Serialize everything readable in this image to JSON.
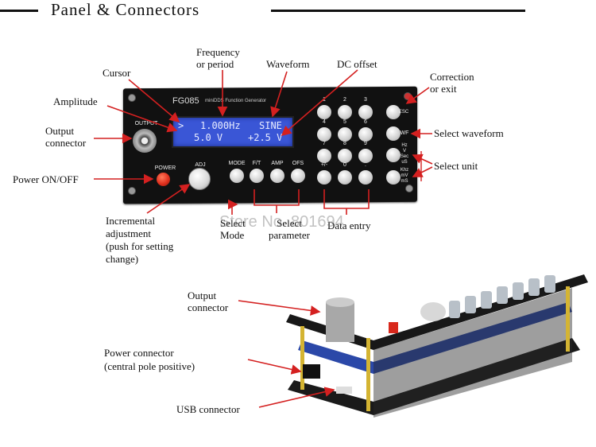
{
  "header": {
    "title": "Panel & Connectors"
  },
  "device": {
    "model": "FG085",
    "subtitle": "miniDDS Function Generator",
    "lcd": {
      "line1_cursor": ">",
      "line1_freq": "1.000Hz",
      "line1_wave": "SINE",
      "line2_amp": "5.0 V",
      "line2_offset": "+2.5 V"
    },
    "output_label": "OUTPUT",
    "power_label": "POWER",
    "adj_label": "ADJ",
    "function_keys": [
      "MODE",
      "F/T",
      "AMP",
      "OFS"
    ],
    "keypad": [
      "1",
      "2",
      "3",
      "4",
      "5",
      "6",
      "7",
      "8",
      "9",
      "+/-",
      "0",
      "."
    ],
    "side_keys": [
      "ESC",
      "WF",
      "Hz\nV\nSec\nuS",
      "Khz\nmV\nmS"
    ]
  },
  "callouts": {
    "frequency": "Frequency\nor period",
    "cursor": "Cursor",
    "waveform": "Waveform",
    "dc_offset": "DC offset",
    "correction": "Correction\nor exit",
    "amplitude": "Amplitude",
    "output": "Output\nconnector",
    "select_waveform": "Select waveform",
    "select_unit": "Select unit",
    "power": "Power ON/OFF",
    "incremental": "Incremental\nadjustment\n(push for setting\nchange)",
    "select_mode": "Select\nMode",
    "select_parameter": "Select\nparameter",
    "data_entry": "Data entry",
    "output_connector": "Output\nconnector",
    "power_connector": "Power connector\n(central pole positive)",
    "usb_connector": "USB connector"
  },
  "watermark": "Store No. 801694",
  "colors": {
    "lcd": "#3a56d6",
    "arrow": "#d42020",
    "panel": "#111111",
    "power_button": "#e0301e"
  }
}
